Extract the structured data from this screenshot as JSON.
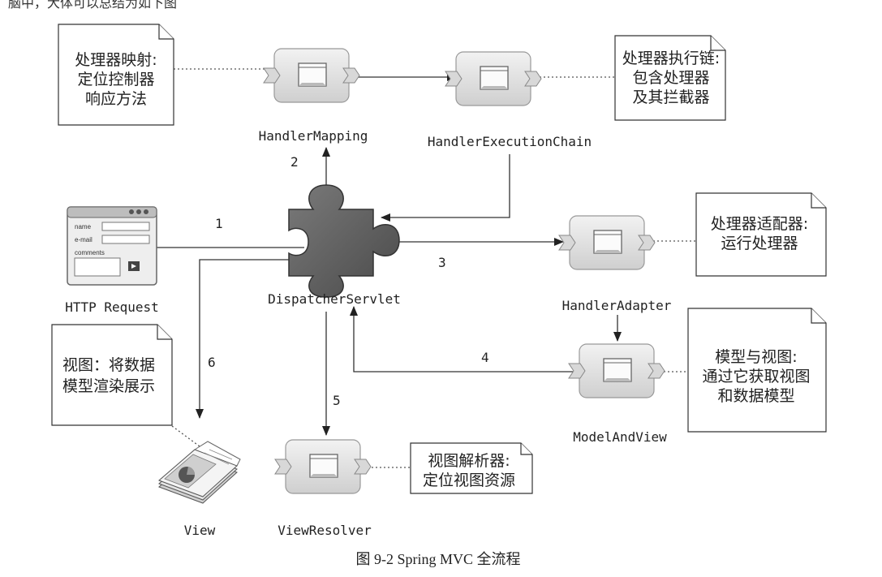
{
  "top_caption": "脑中，大体可以总结为如下图",
  "caption": "图 9-2 Spring MVC 全流程",
  "components": {
    "handler_mapping": "HandlerMapping",
    "handler_execution_chain": "HandlerExecutionChain",
    "dispatcher_servlet": "DispatcherServlet",
    "http_request": "HTTP Request",
    "handler_adapter": "HandlerAdapter",
    "model_and_view": "ModelAndView",
    "view": "View",
    "view_resolver": "ViewResolver"
  },
  "steps": [
    "1",
    "2",
    "3",
    "4",
    "5",
    "6"
  ],
  "notes": {
    "mapping": [
      "处理器映射:",
      "定位控制器",
      "响应方法"
    ],
    "chain": [
      "处理器执行链:",
      "包含处理器",
      "及其拦截器"
    ],
    "adapter": [
      "处理器适配器:",
      "运行处理器"
    ],
    "mav": [
      "模型与视图:",
      "通过它获取视图",
      "和数据模型"
    ],
    "view": [
      "视图：将数据",
      "模型渲染展示"
    ],
    "resolver": [
      "视图解析器:",
      "定位视图资源"
    ]
  },
  "form_labels": [
    "name",
    "e-mail",
    "comments"
  ],
  "colors": {
    "puzzle": "#5f5f5f",
    "box": "#e2e2e2",
    "arrow": "#555555"
  }
}
